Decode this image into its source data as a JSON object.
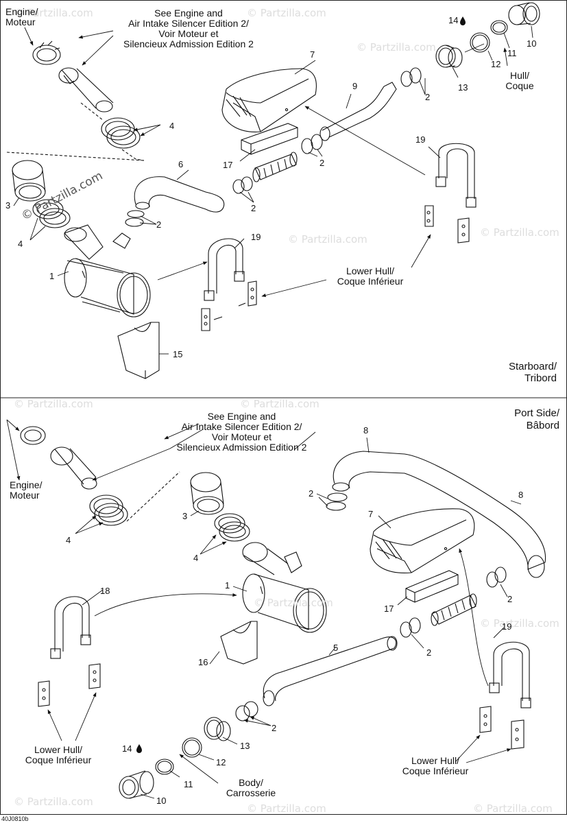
{
  "labels": {
    "top_engine": [
      "Engine/",
      "Moteur"
    ],
    "top_see_engine": [
      "See Engine and",
      "Air Intake Silencer Edition 2/",
      "Voir Moteur et",
      "Silencieux Admission Edition 2"
    ],
    "top_hull": [
      "Hull/",
      "Coque"
    ],
    "top_lower_hull": [
      "Lower Hull/",
      "Coque Inférieur"
    ],
    "starboard": [
      "Starboard/",
      "Tribord"
    ],
    "bot_see_engine": [
      "See Engine and",
      "Air Intake Silencer Edition 2/",
      "Voir Moteur et",
      "Silencieux Admission Edition 2"
    ],
    "port_side": [
      "Port Side/",
      "Bâbord"
    ],
    "bot_engine": [
      "Engine/",
      "Moteur"
    ],
    "bot_lower_hull_left": [
      "Lower Hull/",
      "Coque Inférieur"
    ],
    "bot_lower_hull_right": [
      "Lower Hull/",
      "Coque Inférieur"
    ],
    "body": [
      "Body/",
      "Carrosserie"
    ]
  },
  "callouts_top": {
    "n14": "14",
    "n10": "10",
    "n11": "11",
    "n12": "12",
    "n7": "7",
    "n9": "9",
    "n2a": "2",
    "n13": "13",
    "n4a": "4",
    "n17": "17",
    "n6": "6",
    "n2b": "2",
    "n19": "19",
    "n3": "3",
    "n4b": "4",
    "n2c": "2",
    "n2d": "2",
    "n19b": "19",
    "n1": "1",
    "n15": "15"
  },
  "callouts_bottom": {
    "n8a": "8",
    "n2a": "2",
    "n7": "7",
    "n8b": "8",
    "n3": "3",
    "n4a": "4",
    "n4b": "4",
    "n1": "1",
    "n2b": "2",
    "n17": "17",
    "n18": "18",
    "n19": "19",
    "n5": "5",
    "n2c": "2",
    "n16": "16",
    "n2d": "2",
    "n14": "14",
    "n13": "13",
    "n12": "12",
    "n11": "11",
    "n10": "10"
  },
  "watermark": {
    "text": "© Partzilla.com",
    "big": "© Partzilla.com"
  },
  "figure_code": "40J0810b"
}
